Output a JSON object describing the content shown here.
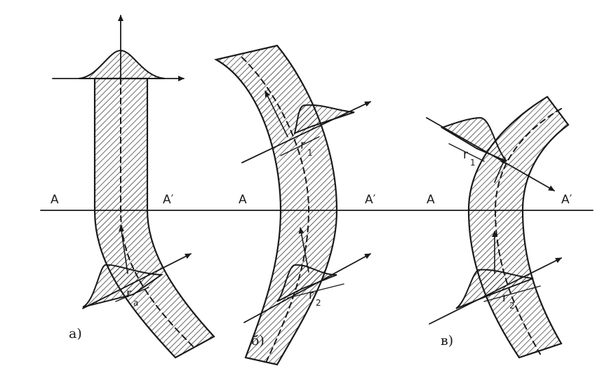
{
  "axis_labels": {
    "left": "A",
    "right": "A′"
  },
  "panels": [
    {
      "caption": "а)",
      "lower_radius": {
        "symbol": "r",
        "subscript": "a"
      }
    },
    {
      "caption": "б)",
      "upper_radius": {
        "symbol": "r",
        "subscript": "1"
      },
      "lower_radius": {
        "symbol": "r",
        "subscript": "2"
      }
    },
    {
      "caption": "в)",
      "upper_radius": {
        "symbol": "r",
        "subscript": "1"
      },
      "lower_radius": {
        "symbol": "r",
        "subscript": "2"
      }
    }
  ],
  "colors": {
    "ink": "#1a1a1a",
    "background": "#ffffff"
  }
}
